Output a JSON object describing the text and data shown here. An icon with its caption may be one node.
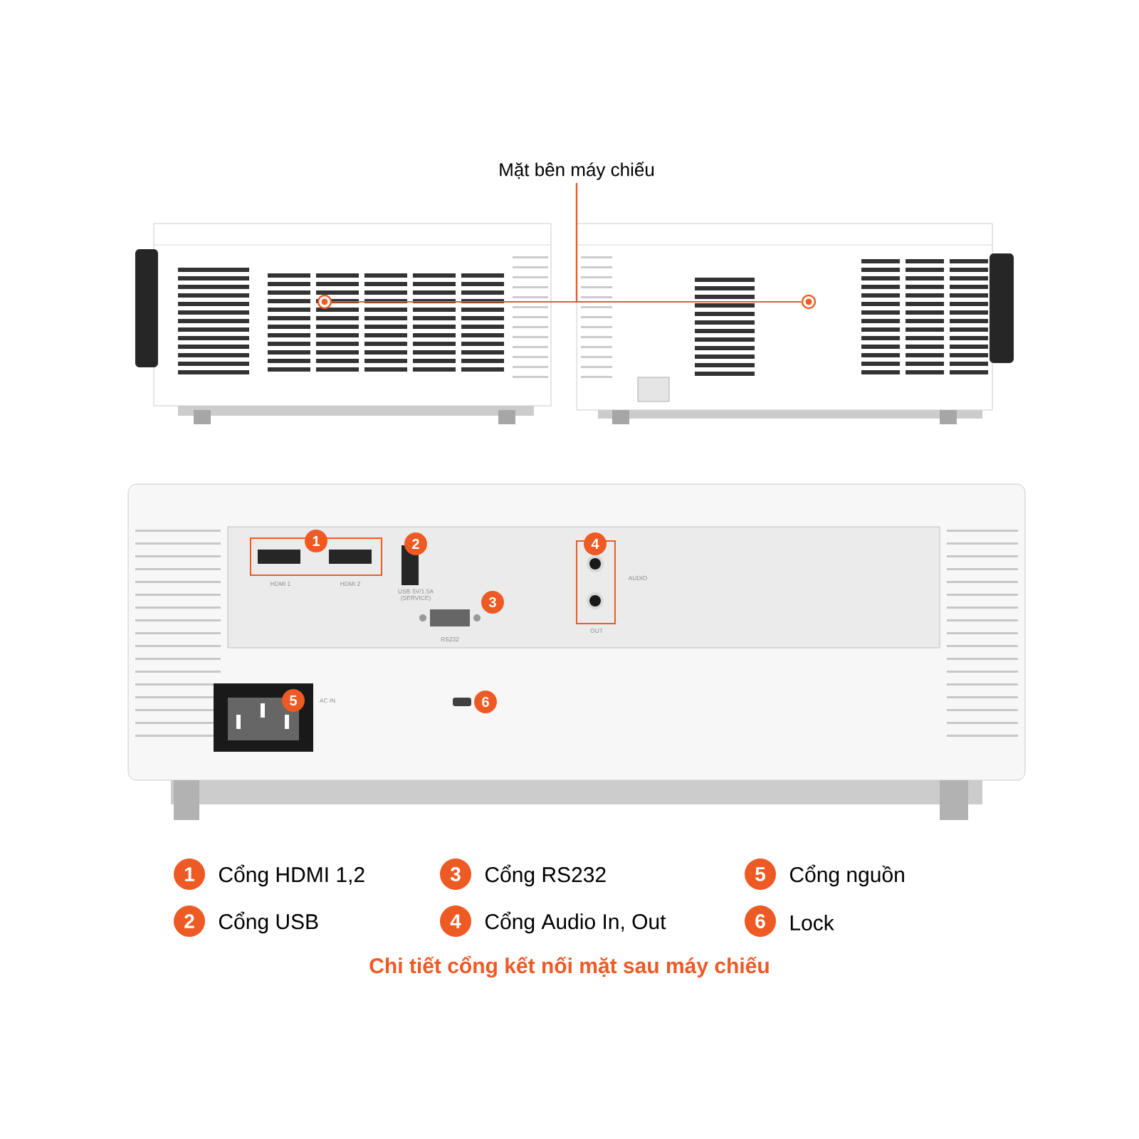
{
  "diagram": {
    "caption": "Chi tiết cổng kết nối mặt sau máy chiếu",
    "nodes": [
      {
        "text": [
          "Mặt bên máy chiếu"
        ]
      },
      {
        "text": [],
        "shape": "circle"
      },
      {
        "text": [],
        "shape": "circle"
      },
      {
        "text": [
          "1"
        ]
      },
      {
        "text": [
          "2"
        ]
      },
      {
        "text": [
          "4"
        ]
      },
      {
        "text": [
          "3"
        ]
      },
      {
        "text": [
          "5"
        ]
      },
      {
        "text": [
          "6"
        ]
      },
      {
        "text": [
          "1"
        ],
        "beside": [
          "Cổng HDMI 1,2"
        ]
      },
      {
        "text": [
          "3"
        ],
        "beside": [
          "Cổng RS232"
        ]
      },
      {
        "text": [
          "5"
        ],
        "beside": [
          "Cổng nguồn"
        ]
      },
      {
        "text": [
          "2"
        ],
        "beside": [
          "Cổng USB"
        ]
      },
      {
        "text": [
          "4"
        ],
        "beside": [
          "Cổng Audio In, Out"
        ]
      },
      {
        "text": [
          "6"
        ],
        "beside": [
          "Lock"
        ]
      }
    ],
    "edges": [
      {
        "from": 0,
        "to": 1,
        "arrow": "none"
      },
      {
        "from": 0,
        "to": 2,
        "arrow": "none"
      }
    ],
    "labels": [
      "HDMI 1",
      "HDMI 2",
      "USB 5V/1.5A (SERVICE)",
      "AUDIO",
      "RS232",
      "OUT",
      "AC IN"
    ]
  }
}
